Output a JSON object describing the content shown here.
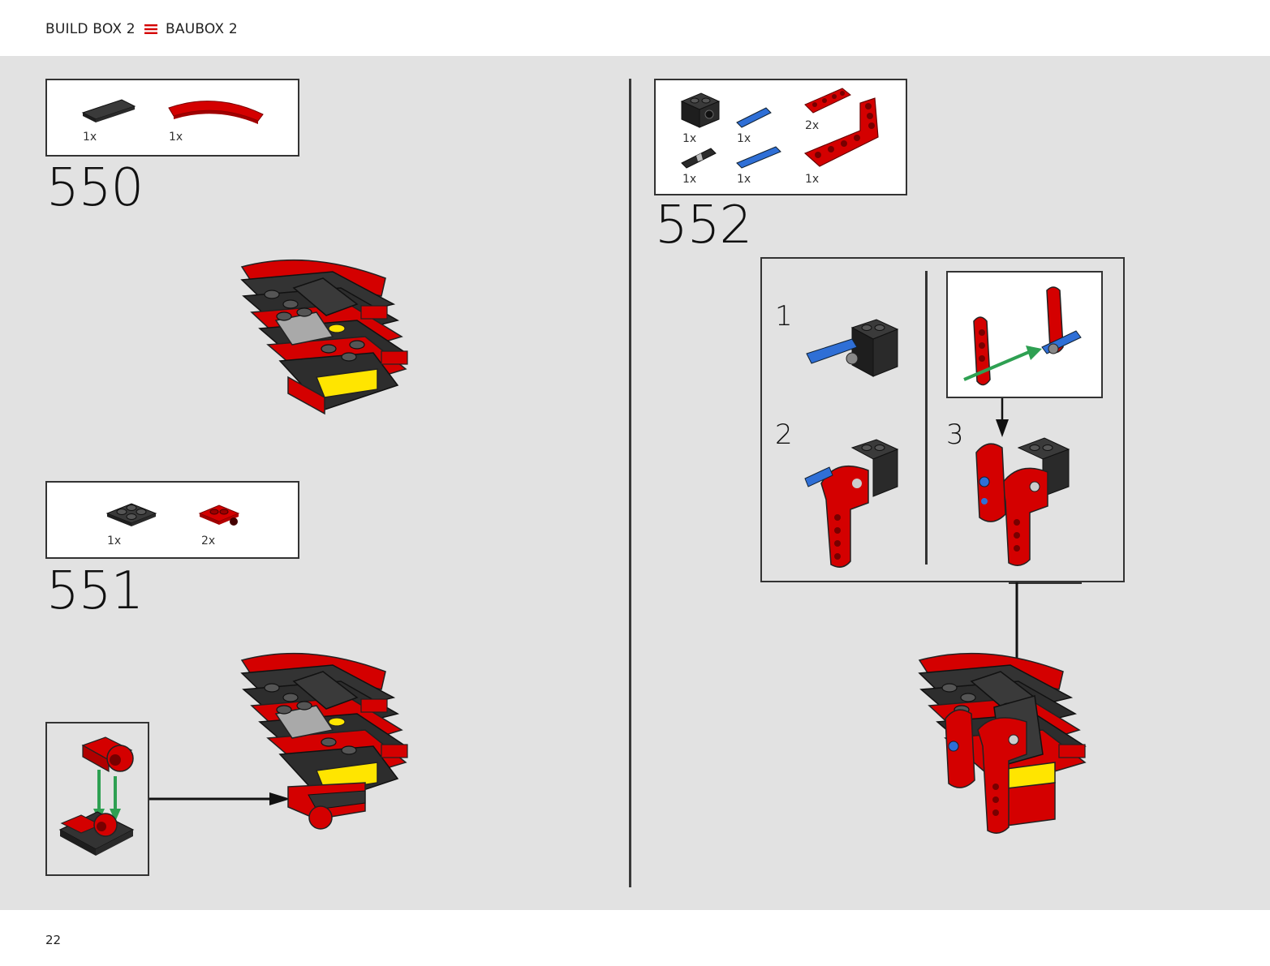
{
  "header": {
    "left": "BUILD BOX 2",
    "right": "BAUBOX 2"
  },
  "page_number": "22",
  "colors": {
    "red": "#d40000",
    "black": "#2a2a2a",
    "gray": "#a9a9a9",
    "yellow": "#ffe500",
    "blue": "#2f6fd6",
    "green": "#2ea052",
    "background": "#e2e2e2"
  },
  "steps": [
    {
      "number": "550",
      "parts": [
        {
          "name": "black-tile-icon",
          "qty": "1x"
        },
        {
          "name": "red-curved-arch-icon",
          "qty": "1x"
        }
      ]
    },
    {
      "number": "551",
      "parts": [
        {
          "name": "black-plate-2x2-icon",
          "qty": "1x"
        },
        {
          "name": "red-plate-pin-icon",
          "qty": "2x"
        }
      ]
    },
    {
      "number": "552",
      "parts": [
        {
          "name": "black-technic-brick-icon",
          "qty": "1x"
        },
        {
          "name": "blue-axle-pin-icon",
          "qty": "1x"
        },
        {
          "name": "red-liftarm-small-icon",
          "qty": "2x"
        },
        {
          "name": "black-friction-pin-icon",
          "qty": "1x"
        },
        {
          "name": "blue-long-axle-pin-icon",
          "qty": "1x"
        },
        {
          "name": "red-l-liftarm-icon",
          "qty": "1x"
        }
      ],
      "substeps": [
        "1",
        "2",
        "3"
      ]
    }
  ]
}
